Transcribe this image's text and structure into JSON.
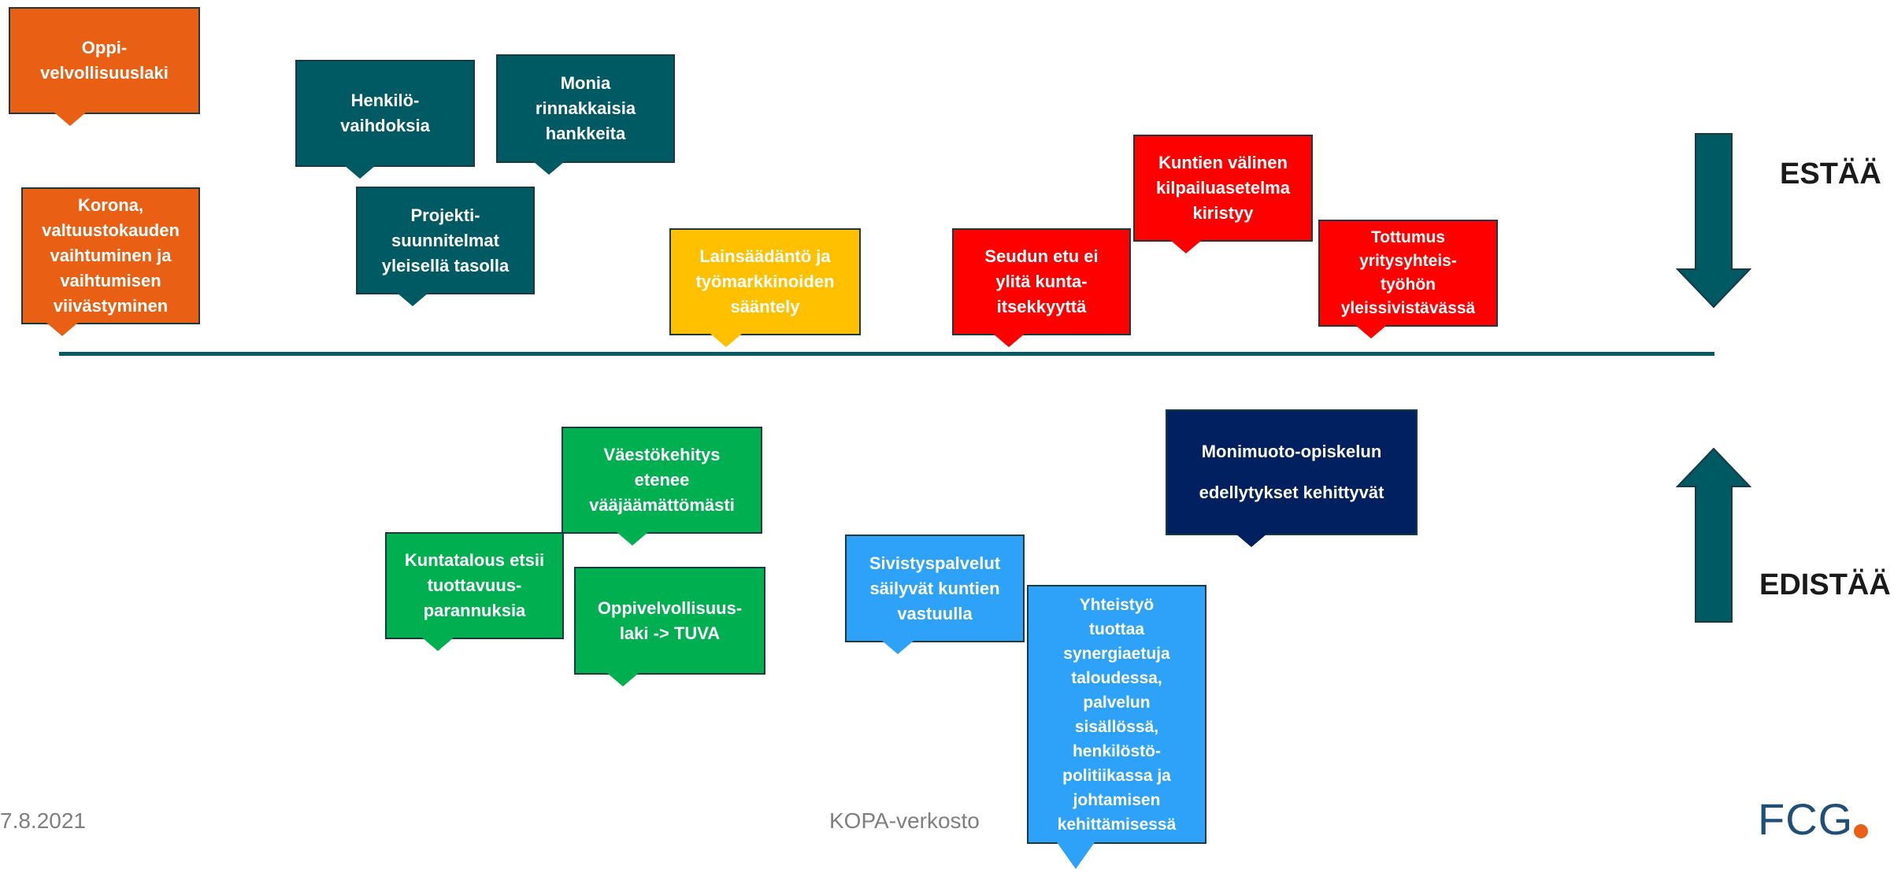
{
  "colors": {
    "orange": "#e95f14",
    "teal": "#005a64",
    "yellow": "#ffc000",
    "red": "#ff0000",
    "green": "#00b050",
    "blue": "#2ea2f8",
    "navy": "#002060"
  },
  "top_bubbles": {
    "oppivelvollisuuslaki": "Oppi-\nvelvollisuuslaki",
    "korona": "Korona,\nvaltuustokauden\nvaihtuminen ja\nvaihtumisen\nviivästyminen",
    "henkilovaihdoksia": "Henkilö-\nvaihdoksia",
    "monia_hankkeita": "Monia\nrinnakkaisia\nhankkeita",
    "projektisuunnitelmat": "Projekti-\nsuunnitelmat\nyleisellä tasolla",
    "lainsaadanto": "Lainsäädäntö ja\ntyömarkkinoiden\nsääntely",
    "seudun_etu": "Seudun etu ei\nylitä kunta-\nitsekkyyttä",
    "kilpailuasetelma": "Kuntien välinen\nkilpailuasetelma\nkiristyy",
    "tottumus": "Tottumus\nyritysyhteis-\ntyöhön\nyleissivistävässä"
  },
  "bottom_bubbles": {
    "vaestokehitys": "Väestökehitys\netenee\nvääjäämättömästi",
    "kuntatalous": "Kuntatalous etsii\ntuottavuus-\nparannuksia",
    "oppivelvollisuus_tuva": "Oppivelvollisuus-\nlaki -> TUVA",
    "sivistyspalvelut": "Sivistyspalvelut\nsäilyvät kuntien\nvastuulla",
    "monimuoto_1": "Monimuoto-opiskelun",
    "monimuoto_2": "edellytykset kehittyvät",
    "yhteistyo": "Yhteistyö\ntuottaa\nsynergiaetuja\ntaloudessa,\npalvelun\nsisällössä,\nhenkilöstö-\npolitiikassa ja\njohtamisen\nkehittämisessä"
  },
  "labels": {
    "estaa": "ESTÄÄ",
    "edistaa": "EDISTÄÄ"
  },
  "footer": {
    "date": "7.8.2021",
    "network": "KOPA-verkosto",
    "logo": "FCG"
  }
}
